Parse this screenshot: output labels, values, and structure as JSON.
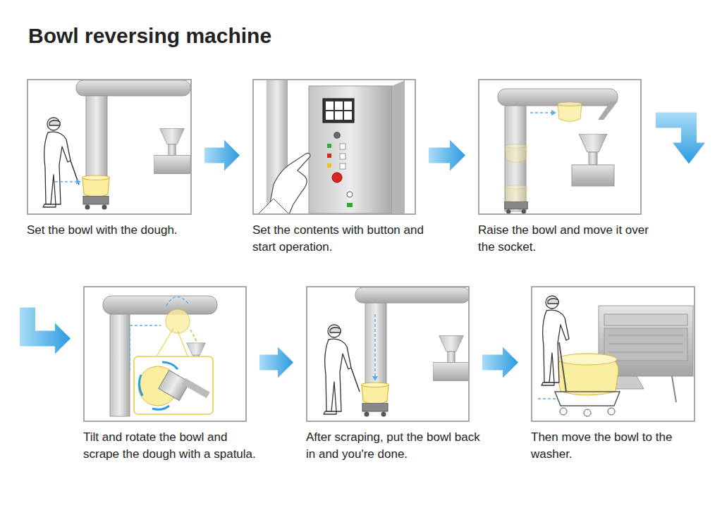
{
  "diagram": {
    "title": "Bowl reversing machine",
    "nodes": [
      {
        "text": [
          "Set the bowl with the dough."
        ]
      },
      {
        "text": [
          "Set the contents with button and start operation."
        ]
      },
      {
        "text": [
          "Raise the bowl and move it over the socket."
        ]
      },
      {
        "text": [
          "Tilt and rotate the bowl and scrape the dough with a spatula."
        ]
      },
      {
        "text": [
          "After scraping, put the bowl back in and you're done."
        ]
      },
      {
        "text": [
          "Then move the bowl to the washer."
        ]
      }
    ],
    "edges": [
      {
        "from": 0,
        "to": 1,
        "arrow": "to"
      },
      {
        "from": 1,
        "to": 2,
        "arrow": "to"
      },
      {
        "from": 2,
        "to": 3,
        "arrow": "to"
      },
      {
        "from": 3,
        "to": 4,
        "arrow": "to"
      },
      {
        "from": 4,
        "to": 5,
        "arrow": "to"
      }
    ]
  }
}
